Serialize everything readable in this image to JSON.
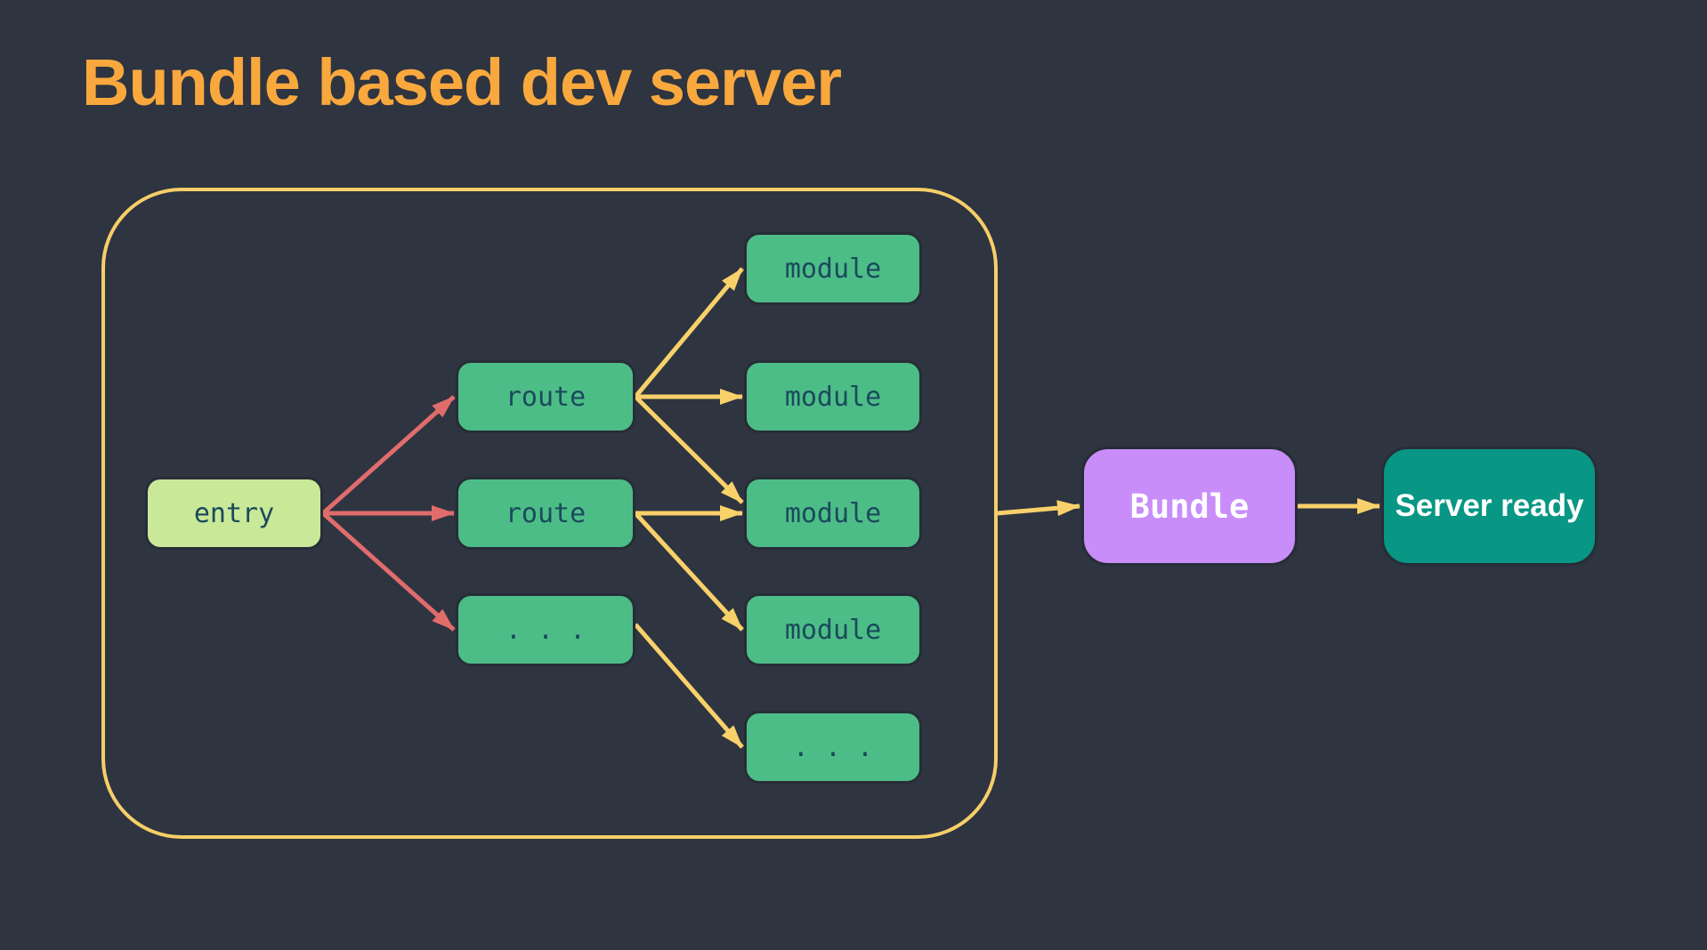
{
  "title": {
    "text": "Bundle based dev server"
  },
  "colors": {
    "background": "#2e3440",
    "title": "#f9a83e",
    "container_border": "#f7ce68",
    "green_box": "#4dbd87",
    "entry_box": "#c9e898",
    "dark_text": "#1a4a5c",
    "red_arrow": "#e06c6c",
    "yellow_arrow": "#f9d16a",
    "bundle_box": "#c98df9",
    "server_box": "#079784",
    "white_text": "#ffffff",
    "box_outline": "#272d37"
  },
  "nodes": {
    "entry": {
      "label": "entry"
    },
    "route1": {
      "label": "route"
    },
    "route2": {
      "label": "route"
    },
    "dots1": {
      "label": "..."
    },
    "module1": {
      "label": "module"
    },
    "module2": {
      "label": "module"
    },
    "module3": {
      "label": "module"
    },
    "module4": {
      "label": "module"
    },
    "module5": {
      "label": "..."
    },
    "bundle": {
      "label": "Bundle"
    },
    "server": {
      "label": "Server ready"
    }
  },
  "edges": [
    {
      "id": "entry-route1",
      "from": "entry",
      "to": "route1",
      "color": "red"
    },
    {
      "id": "entry-route2",
      "from": "entry",
      "to": "route2",
      "color": "red"
    },
    {
      "id": "entry-dots1",
      "from": "entry",
      "to": "dots1",
      "color": "red"
    },
    {
      "id": "route1-module1",
      "from": "route1",
      "to": "module1",
      "color": "yellow"
    },
    {
      "id": "route1-module2",
      "from": "route1",
      "to": "module2",
      "color": "yellow"
    },
    {
      "id": "route1-module3",
      "from": "route1",
      "to": "module3",
      "color": "yellow"
    },
    {
      "id": "route2-module3",
      "from": "route2",
      "to": "module3",
      "color": "yellow"
    },
    {
      "id": "route2-module4",
      "from": "route2",
      "to": "module4",
      "color": "yellow"
    },
    {
      "id": "dots1-module5",
      "from": "dots1",
      "to": "module5",
      "color": "yellow"
    },
    {
      "id": "graph-bundle",
      "from": "outer",
      "to": "bundle",
      "color": "yellow"
    },
    {
      "id": "bundle-server",
      "from": "bundle",
      "to": "server",
      "color": "yellow"
    }
  ]
}
